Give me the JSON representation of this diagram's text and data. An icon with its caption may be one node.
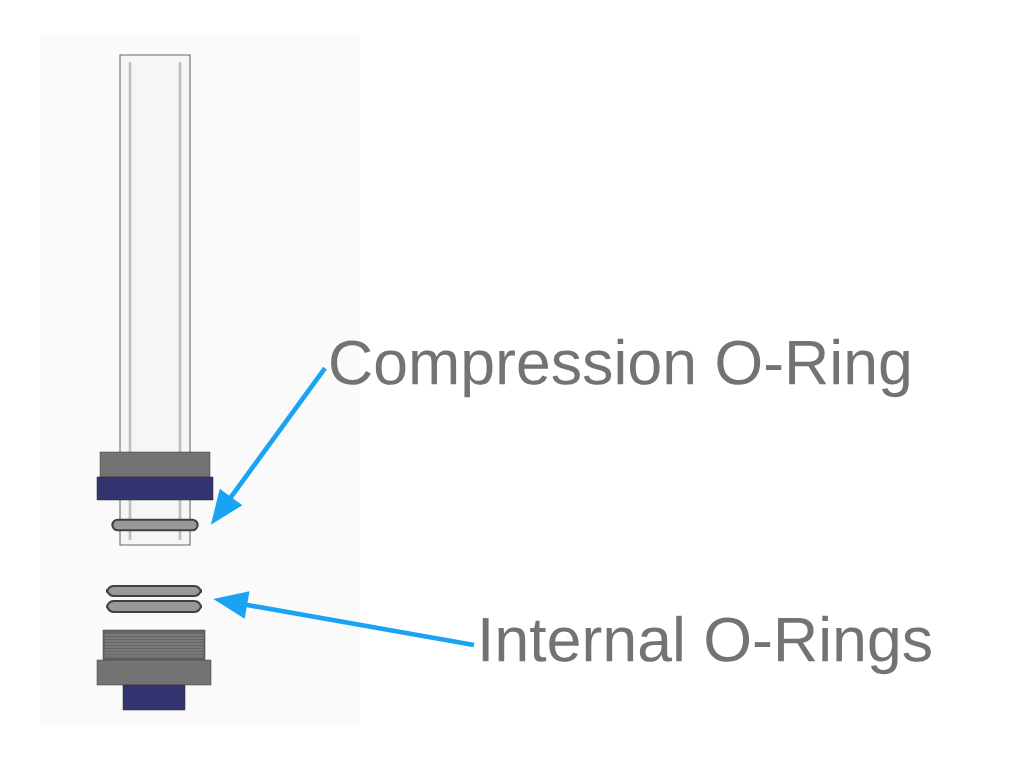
{
  "diagram": {
    "nodes": [
      {
        "text": [
          "Compression O-Ring"
        ]
      },
      {
        "text": [],
        "shape": "ring"
      },
      {
        "text": [
          "Internal O-Rings"
        ]
      },
      {
        "text": [],
        "shape": "ring"
      }
    ],
    "edges": [
      {
        "from": 0,
        "to": 1,
        "arrow": "to"
      },
      {
        "from": 2,
        "to": 3,
        "arrow": "to"
      }
    ]
  }
}
